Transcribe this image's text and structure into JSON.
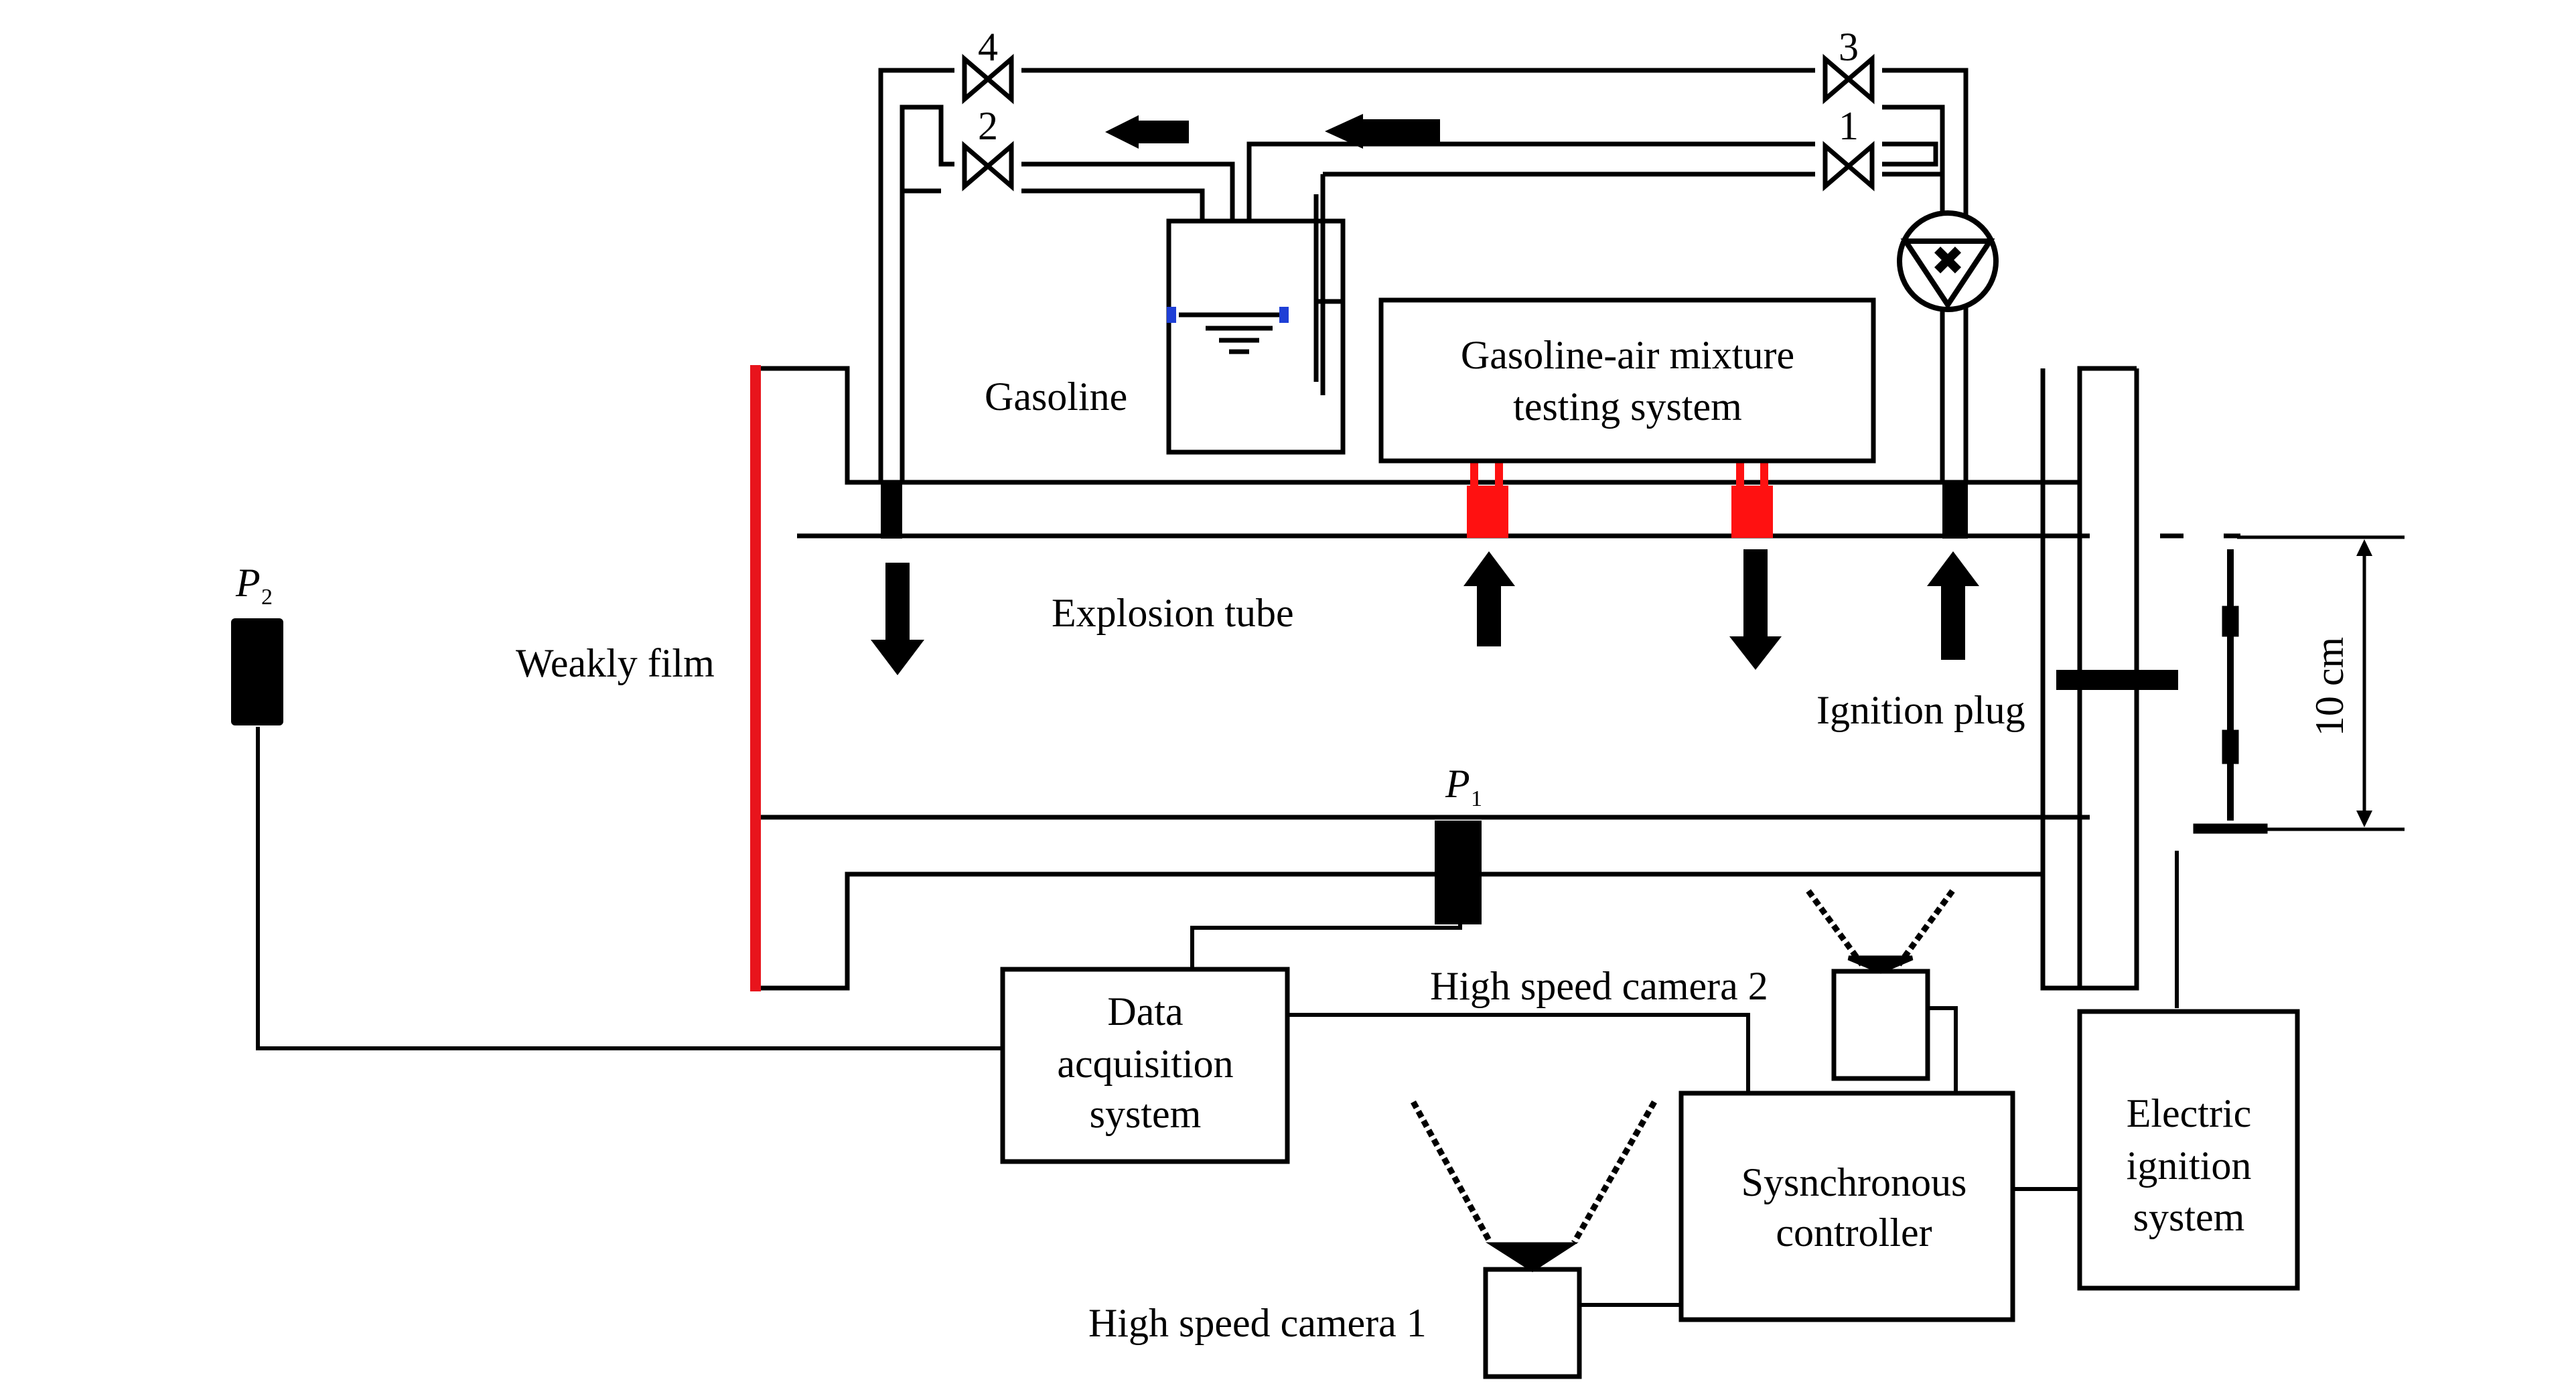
{
  "labels": {
    "gasoline": "Gasoline",
    "mixture_line1": "Gasoline-air mixture",
    "mixture_line2": "testing system",
    "explosion_tube": "Explosion tube",
    "weakly_film": "Weakly film",
    "ignition_plug": "Ignition plug",
    "dimension": "10 cm",
    "p1_main": "P",
    "p1_sub": "1",
    "p2_main": "P",
    "p2_sub": "2",
    "daq_line1": "Data",
    "daq_line2": "acquisition",
    "daq_line3": "system",
    "camera2": "High speed camera 2",
    "camera1": "High speed camera 1",
    "sync_line1": "Sysnchronous",
    "sync_line2": "controller",
    "ign_line1": "Electric",
    "ign_line2": "ignition",
    "ign_line3": "system"
  },
  "valves": {
    "v1": "1",
    "v2": "2",
    "v3": "3",
    "v4": "4"
  },
  "colors": {
    "line": "#000000",
    "film": "#e8141c",
    "port_red": "#ff1111",
    "liquid_seal": "#1e3fd6"
  }
}
